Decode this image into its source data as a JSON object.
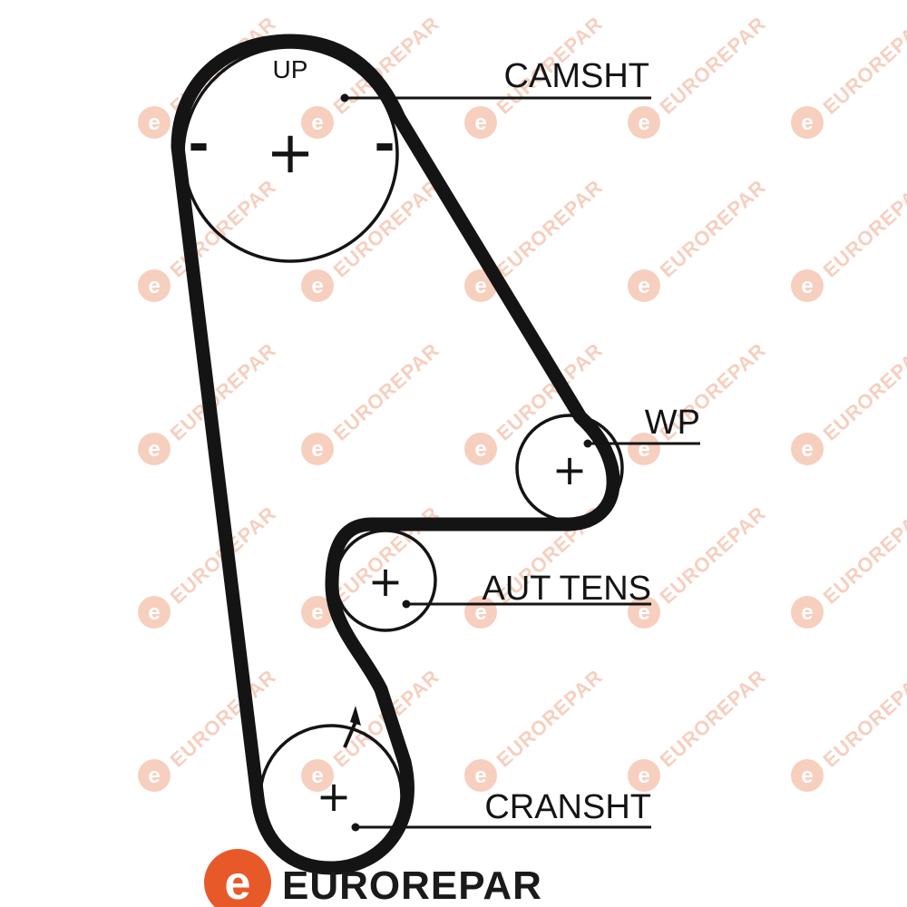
{
  "diagram": {
    "labels": {
      "up": "UP",
      "camshaft": "CAMSHT",
      "water_pump": "WP",
      "tensioner": "AUT TENS",
      "crankshaft": "CRANSHT"
    },
    "marks": {
      "center": "+",
      "minus": "-"
    }
  },
  "watermark": {
    "text": "EUROREPAR",
    "color": "#f0a98c"
  },
  "brand": {
    "name": "EUROREPAR",
    "logo_color": "#e8592a",
    "logo_letter": "e"
  },
  "colors": {
    "ink": "#141414",
    "background": "#ffffff"
  }
}
